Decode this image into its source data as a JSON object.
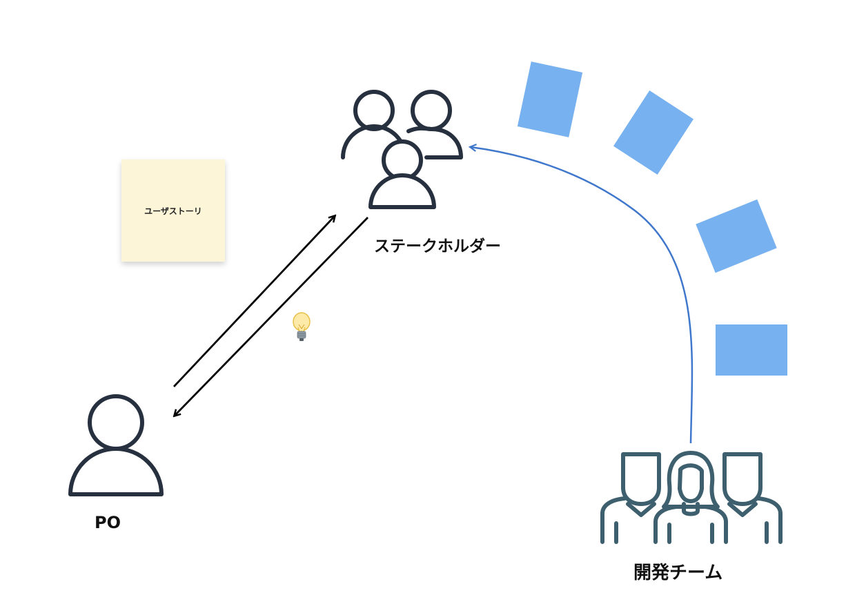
{
  "labels": {
    "stakeholder": "ステークホルダー",
    "po": "PO",
    "dev_team": "開発チーム",
    "sticky_note": "ユーザストーリ"
  },
  "colors": {
    "person_stroke": "#27303f",
    "team_stroke": "#3d5f6e",
    "card_fill": "#78b1f0",
    "curve_stroke": "#3f77cc",
    "sticky_fill": "#fdf5d8"
  },
  "icons": {
    "idea": "lightbulb-icon"
  }
}
